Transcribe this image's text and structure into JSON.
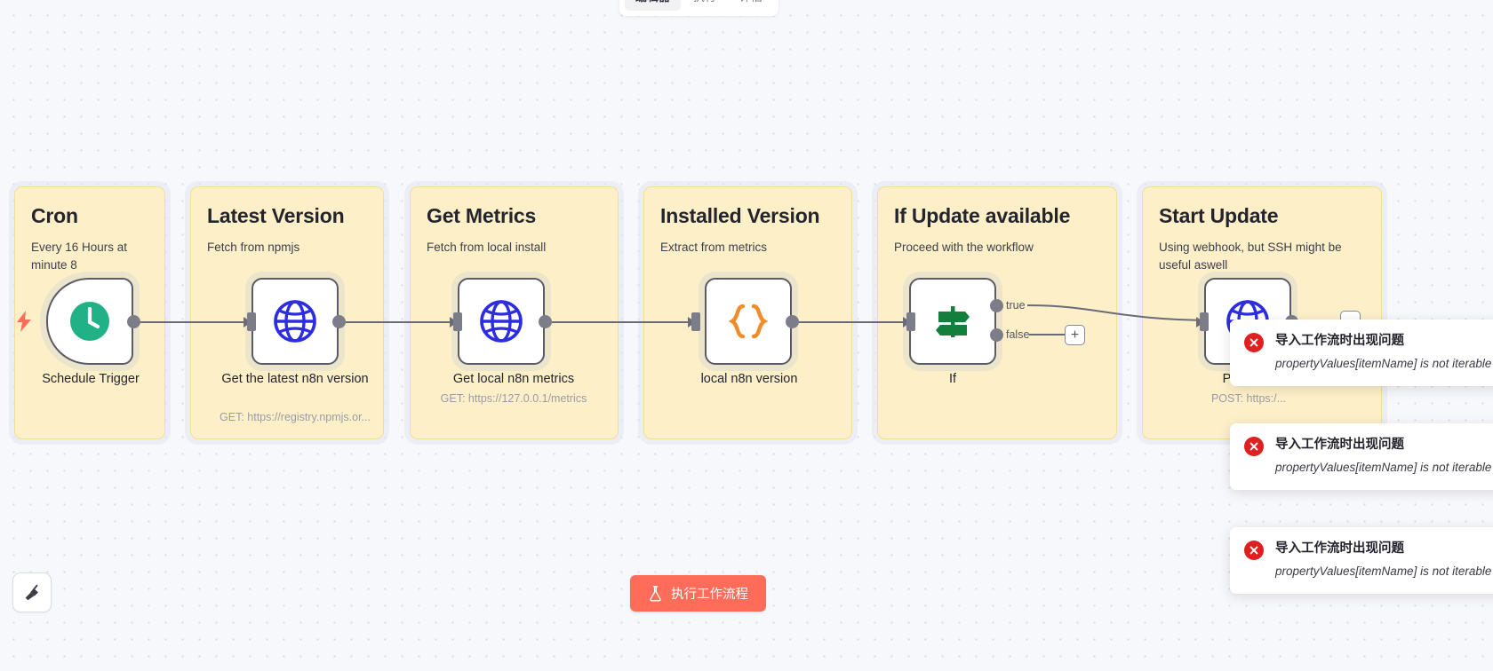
{
  "app": {
    "name": "n8n workflow canvas",
    "accent_color": "#ff6d5a",
    "sticky_background": "#fdf0c8",
    "sticky_border": "#f6dd95",
    "error_color": "#e02020"
  },
  "tabbar": {
    "tabs": [
      {
        "label": "编辑器",
        "active": true
      },
      {
        "label": "执行",
        "active": false
      },
      {
        "label": "评估",
        "active": false
      }
    ]
  },
  "canvas": {
    "sticky_notes": [
      {
        "title": "Cron",
        "subtitle": "Every 16 Hours at minute 8"
      },
      {
        "title": "Latest Version",
        "subtitle": "Fetch from npmjs"
      },
      {
        "title": "Get Metrics",
        "subtitle": "Fetch from local install"
      },
      {
        "title": "Installed Version",
        "subtitle": "Extract from metrics"
      },
      {
        "title": "If Update available",
        "subtitle": "Proceed with the workflow"
      },
      {
        "title": "Start Update",
        "subtitle": "Using webhook, but SSH might be useful aswell"
      }
    ],
    "nodes": [
      {
        "id": "schedule-trigger",
        "label": "Schedule Trigger",
        "sublabel": "",
        "icon": "clock-icon",
        "icon_color": "#20b187",
        "type": "trigger"
      },
      {
        "id": "get-latest-n8n-version",
        "label": "Get the latest n8n version",
        "sublabel": "GET: https://registry.npmjs.or...",
        "icon": "globe-icon",
        "icon_color": "#2d2de0",
        "type": "http"
      },
      {
        "id": "get-local-n8n-metrics",
        "label": "Get local n8n metrics",
        "sublabel": "GET: https://127.0.0.1/metrics",
        "icon": "globe-icon",
        "icon_color": "#2d2de0",
        "type": "http"
      },
      {
        "id": "local-n8n-version",
        "label": "local n8n version",
        "sublabel": "",
        "icon": "code-braces-icon",
        "icon_color": "#f28c28",
        "type": "code"
      },
      {
        "id": "if",
        "label": "If",
        "sublabel": "",
        "icon": "signpost-icon",
        "icon_color": "#12803c",
        "type": "if"
      },
      {
        "id": "portainer",
        "label": "Portainer",
        "sublabel": "POST: https:/...",
        "icon": "globe-icon",
        "icon_color": "#2d2de0",
        "type": "http"
      }
    ],
    "if_outputs": [
      {
        "label": "true"
      },
      {
        "label": "false"
      }
    ],
    "add_node_button": "+",
    "trigger_bolt_icon": "lightning-bolt-icon"
  },
  "toolbar": {
    "tidy_up_label": "tidy-up",
    "tidy_up_icon": "broom-icon",
    "execute_label": "执行工作流程",
    "execute_icon": "flask-icon"
  },
  "toasts": [
    {
      "title": "导入工作流时出现问题",
      "message": "propertyValues[itemName] is not iterable",
      "icon": "error-circle-icon"
    },
    {
      "title": "导入工作流时出现问题",
      "message": "propertyValues[itemName] is not iterable",
      "icon": "error-circle-icon"
    },
    {
      "title": "导入工作流时出现问题",
      "message": "propertyValues[itemName] is not iterable",
      "icon": "error-circle-icon"
    }
  ]
}
